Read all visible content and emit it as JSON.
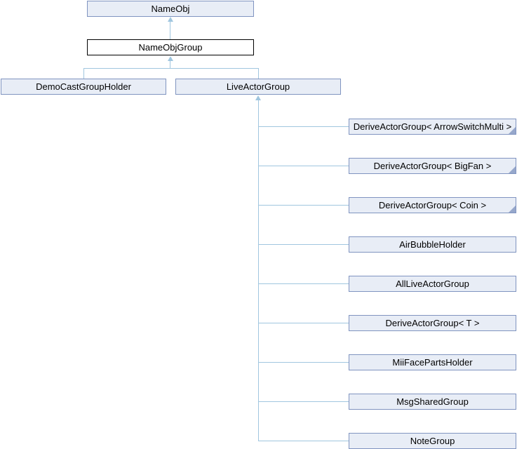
{
  "diagram": {
    "type": "class-inheritance-graph",
    "current_class": "NameObjGroup",
    "nodes": {
      "root": {
        "label": "NameObj"
      },
      "current": {
        "label": "NameObjGroup"
      },
      "demo_cast": {
        "label": "DemoCastGroupHolder"
      },
      "live_actor": {
        "label": "LiveActorGroup"
      },
      "children": [
        {
          "label": "DeriveActorGroup< ArrowSwitchMulti >",
          "has_more_derived": true
        },
        {
          "label": "DeriveActorGroup< BigFan >",
          "has_more_derived": true
        },
        {
          "label": "DeriveActorGroup< Coin >",
          "has_more_derived": true
        },
        {
          "label": "AirBubbleHolder",
          "has_more_derived": false
        },
        {
          "label": "AllLiveActorGroup",
          "has_more_derived": false
        },
        {
          "label": "DeriveActorGroup< T >",
          "has_more_derived": false
        },
        {
          "label": "MiiFacePartsHolder",
          "has_more_derived": false
        },
        {
          "label": "MsgSharedGroup",
          "has_more_derived": false
        },
        {
          "label": "NoteGroup",
          "has_more_derived": false
        }
      ]
    },
    "edges": [
      {
        "from": "NameObjGroup",
        "to": "NameObj"
      },
      {
        "from": "DemoCastGroupHolder",
        "to": "NameObjGroup"
      },
      {
        "from": "LiveActorGroup",
        "to": "NameObjGroup"
      },
      {
        "from": "DeriveActorGroup< ArrowSwitchMulti >",
        "to": "LiveActorGroup"
      },
      {
        "from": "DeriveActorGroup< BigFan >",
        "to": "LiveActorGroup"
      },
      {
        "from": "DeriveActorGroup< Coin >",
        "to": "LiveActorGroup"
      },
      {
        "from": "AirBubbleHolder",
        "to": "LiveActorGroup"
      },
      {
        "from": "AllLiveActorGroup",
        "to": "LiveActorGroup"
      },
      {
        "from": "DeriveActorGroup< T >",
        "to": "LiveActorGroup"
      },
      {
        "from": "MiiFacePartsHolder",
        "to": "LiveActorGroup"
      },
      {
        "from": "MsgSharedGroup",
        "to": "LiveActorGroup"
      },
      {
        "from": "NoteGroup",
        "to": "LiveActorGroup"
      }
    ]
  },
  "colors": {
    "node-fill": "#e8edf6",
    "node-border": "#8094c0",
    "current-fill": "#ffffff",
    "current-border": "#000000",
    "edge": "#a0c6df",
    "fold": "#96a7cb",
    "text": "#000000",
    "background": "#ffffff"
  }
}
